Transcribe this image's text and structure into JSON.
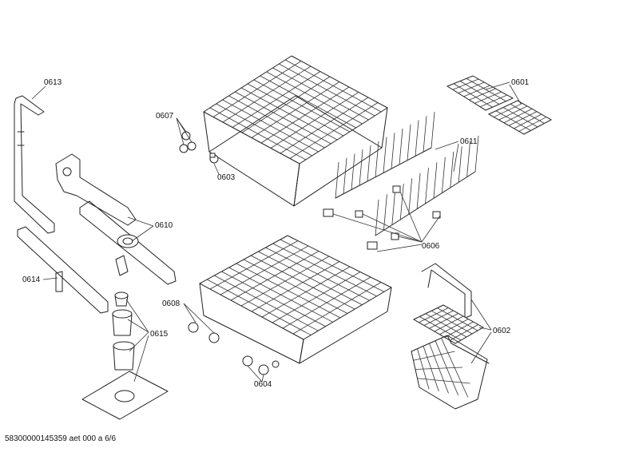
{
  "callouts": {
    "c0601": "0601",
    "c0602": "0602",
    "c0603": "0603",
    "c0604": "0604",
    "c0606": "0606",
    "c0607": "0607",
    "c0608": "0608",
    "c0610": "0610",
    "c0611": "0611",
    "c0613": "0613",
    "c0614": "0614",
    "c0615": "0615"
  },
  "footer": {
    "code": "58300000145359 aet 000 a 6/6"
  }
}
